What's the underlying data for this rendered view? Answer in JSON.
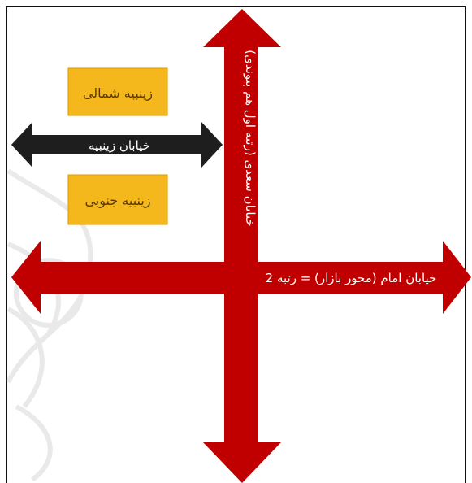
{
  "diagram": {
    "boxes": {
      "north_label": "زینبیه شمالی",
      "south_label": "زینبیه جنوبی"
    },
    "arrows": {
      "zeynabieh_street": "خیابان زینبیه",
      "saadi_street": "خیابان سعدی (رتبه اول هم پیوندی)",
      "imam_street": "خیابان امام (محور بازار) = رتبه 2"
    },
    "colors": {
      "box_fill": "#F5B81C",
      "box_border": "#D99A00",
      "arrow_red": "#C00000",
      "arrow_black": "#1E1E1E",
      "label_white": "#FFFFFF",
      "box_text": "#5A3A00"
    }
  }
}
